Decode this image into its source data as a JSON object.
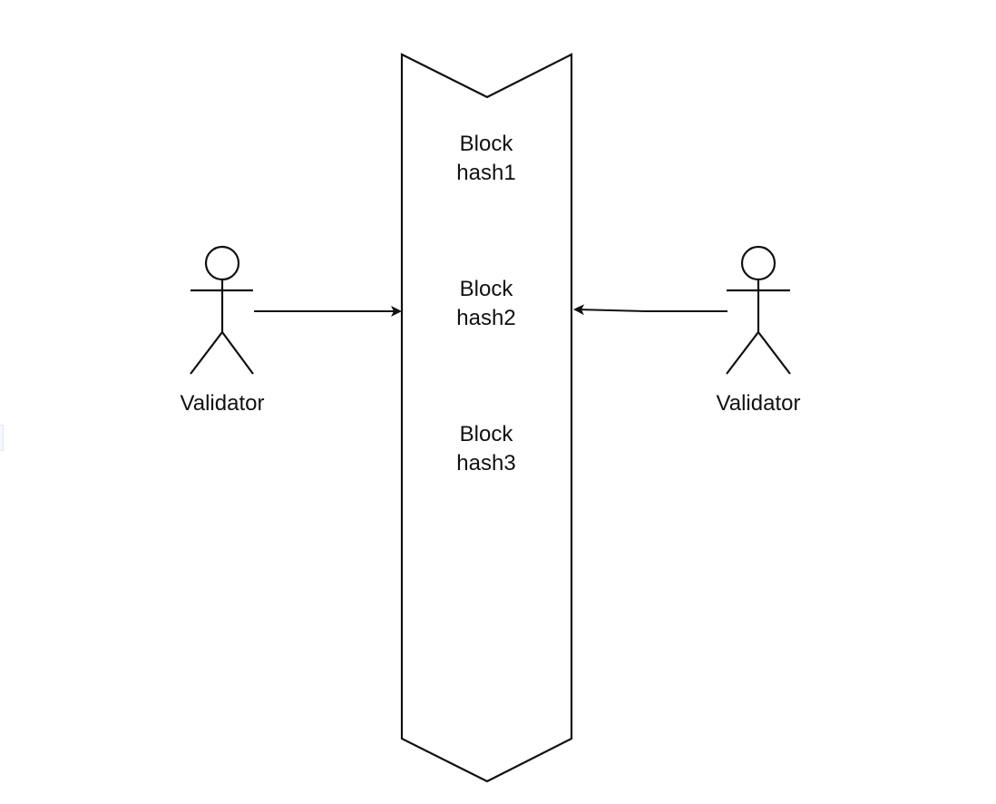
{
  "diagram": {
    "chain": {
      "blocks": [
        {
          "line1": "Block",
          "line2": "hash1"
        },
        {
          "line1": "Block",
          "line2": "hash2"
        },
        {
          "line1": "Block",
          "line2": "hash3"
        }
      ]
    },
    "actors": [
      {
        "label": "Validator",
        "side": "left"
      },
      {
        "label": "Validator",
        "side": "right"
      }
    ],
    "edges": [
      {
        "from": "actors.0",
        "to": "chain"
      },
      {
        "from": "actors.1",
        "to": "chain"
      }
    ],
    "colors": {
      "stroke": "#111111",
      "background": "#ffffff"
    }
  }
}
